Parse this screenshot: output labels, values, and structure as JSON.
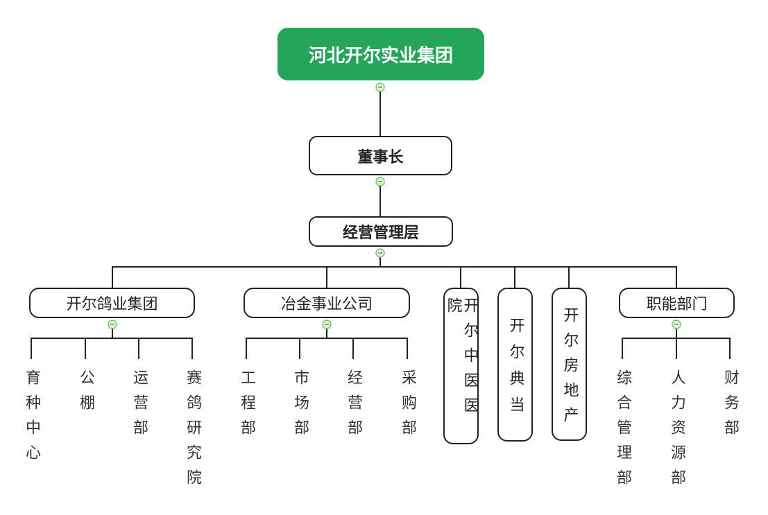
{
  "root": {
    "label": "河北开尔实业集团"
  },
  "chairman": {
    "label": "董事长"
  },
  "management": {
    "label": "经营管理层"
  },
  "divisions": [
    {
      "label": "开尔鸽业集团",
      "children": [
        "育种中心",
        "公棚",
        "运营部",
        "赛鸽研究院"
      ]
    },
    {
      "label": "冶金事业公司",
      "children": [
        "工程部",
        "市场部",
        "经营部",
        "采购部"
      ]
    },
    {
      "label": "开尔中医医院",
      "children": []
    },
    {
      "label": "开尔典当",
      "children": []
    },
    {
      "label": "开尔房地产",
      "children": []
    },
    {
      "label": "职能部门",
      "children": [
        "综合管理部",
        "人力资源部",
        "财务部"
      ]
    }
  ],
  "colors": {
    "root_fill": "#23a659",
    "root_text": "#ffffff",
    "node_border": "#222222",
    "connector": "#222222",
    "toggle_fill": "#def3d2",
    "toggle_stroke": "#5cb85c",
    "leaf_text": "#333333"
  },
  "icons": {
    "toggle": "collapse-minus-icon"
  }
}
